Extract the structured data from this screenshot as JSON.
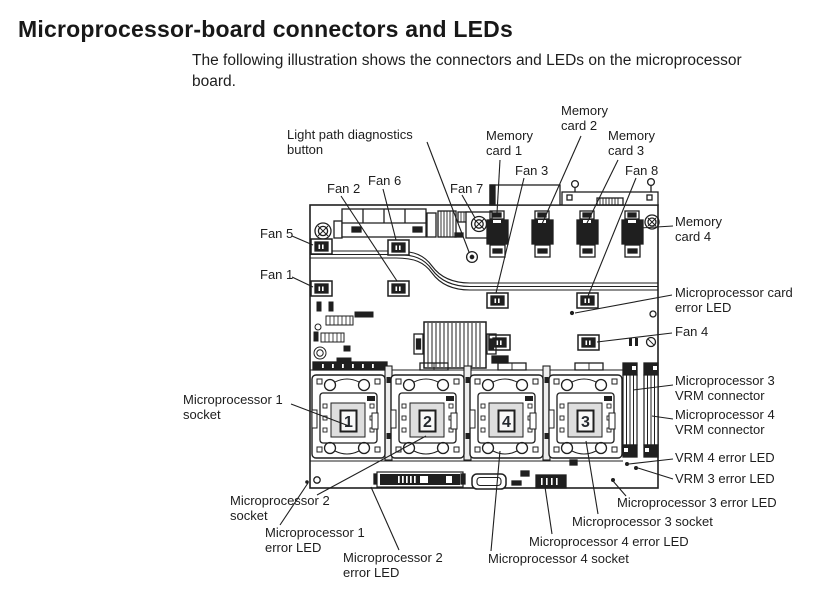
{
  "page": {
    "heading": "Microprocessor-board connectors and LEDs",
    "intro": "The following illustration shows the connectors and LEDs on the microprocessor board."
  },
  "diagram": {
    "socket_numbers": [
      "1",
      "2",
      "4",
      "3"
    ],
    "labels": {
      "light_path_button": "Light path diagnostics\nbutton",
      "memory_card_1": "Memory\ncard 1",
      "memory_card_2": "Memory\ncard 2",
      "memory_card_3": "Memory\ncard 3",
      "memory_card_4": "Memory\ncard 4",
      "fan_1": "Fan 1",
      "fan_2": "Fan 2",
      "fan_3": "Fan 3",
      "fan_4": "Fan 4",
      "fan_5": "Fan 5",
      "fan_6": "Fan 6",
      "fan_7": "Fan 7",
      "fan_8": "Fan 8",
      "microprocessor_card_error_led": "Microprocessor card\nerror LED",
      "microprocessor_1_socket": "Microprocessor 1\nsocket",
      "microprocessor_3_vrm_connector": "Microprocessor 3\nVRM connector",
      "microprocessor_4_vrm_connector": "Microprocessor 4\nVRM connector",
      "vrm_4_error_led": "VRM 4 error LED",
      "vrm_3_error_led": "VRM 3 error LED",
      "microprocessor_2_socket": "Microprocessor 2\nsocket",
      "microprocessor_1_error_led": "Microprocessor 1\nerror LED",
      "microprocessor_2_error_led": "Microprocessor 2\nerror LED",
      "microprocessor_3_error_led": "Microprocessor 3 error LED",
      "microprocessor_3_socket": "Microprocessor 3 socket",
      "microprocessor_4_error_led": "Microprocessor 4 error LED",
      "microprocessor_4_socket": "Microprocessor 4 socket"
    }
  }
}
